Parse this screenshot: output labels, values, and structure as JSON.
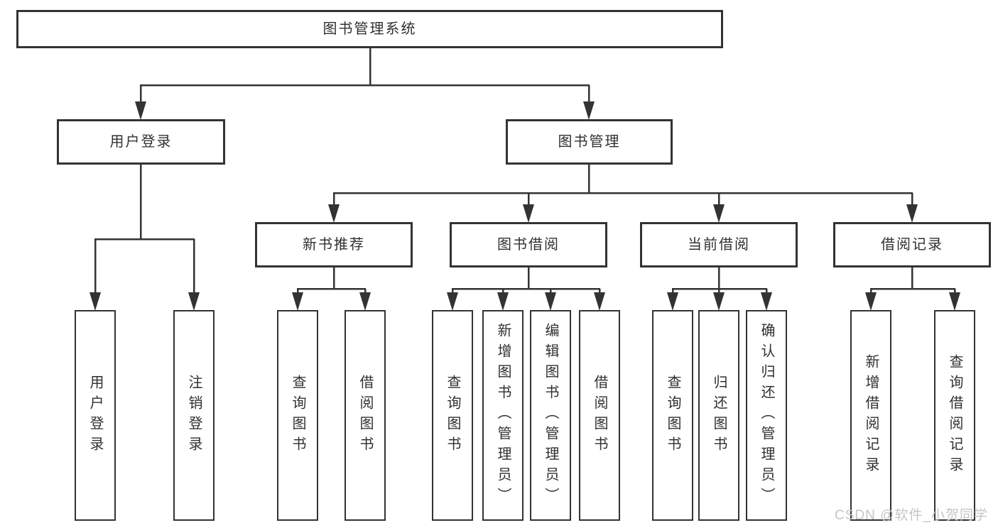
{
  "tree": {
    "label": "图书管理系统",
    "children": [
      {
        "label": "用户登录",
        "children": [
          {
            "label": "用户登录"
          },
          {
            "label": "注销登录"
          }
        ]
      },
      {
        "label": "图书管理",
        "children": [
          {
            "label": "新书推荐",
            "children": [
              {
                "label": "查询图书"
              },
              {
                "label": "借阅图书"
              }
            ]
          },
          {
            "label": "图书借阅",
            "children": [
              {
                "label": "查询图书"
              },
              {
                "label": "新增图书（管理员）"
              },
              {
                "label": "编辑图书（管理员）"
              },
              {
                "label": "借阅图书"
              }
            ]
          },
          {
            "label": "当前借阅",
            "children": [
              {
                "label": "查询图书"
              },
              {
                "label": "归还图书"
              },
              {
                "label": "确认归还（管理员）"
              }
            ]
          },
          {
            "label": "借阅记录",
            "children": [
              {
                "label": "新增借阅记录"
              },
              {
                "label": "查询借阅记录"
              }
            ]
          }
        ]
      }
    ]
  },
  "watermark": "CSDN @软件_小贺同学",
  "colors": {
    "line": "#333333",
    "text": "#303030",
    "watermark": "#c5c5c5",
    "background": "#ffffff"
  }
}
